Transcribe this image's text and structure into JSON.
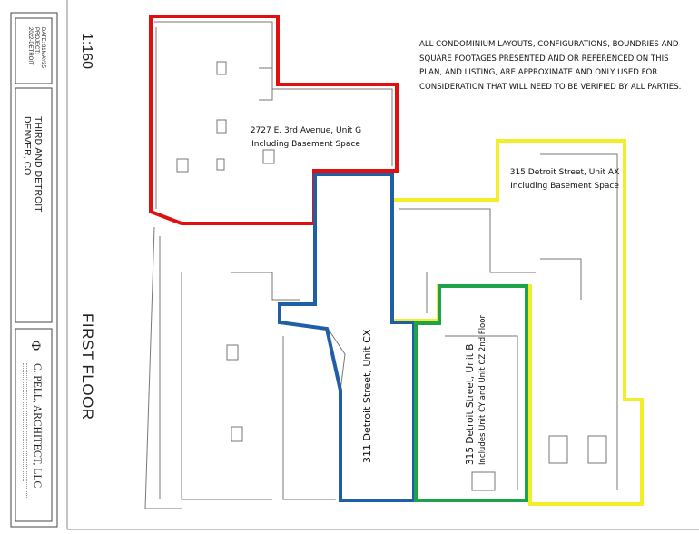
{
  "title_block": {
    "date": "DATE:   31MAY25",
    "project": "PROJECT:",
    "project_number": "2022-DETROIT",
    "project_name": "THIRD AND DETROIT",
    "location": "DENVER, CO",
    "architect": "C. PELL, ARCHITECT, LLC"
  },
  "plan": {
    "scale": "1:160",
    "floor_title": "FIRST FLOOR",
    "disclaimer": "ALL CONDOMINIUM LAYOUTS, CONFIGURATIONS, BOUNDRIES AND SQUARE FOOTAGES PRESENTED AND OR REFERENCED ON THIS PLAN, AND LISTING, ARE APPROXIMATE AND ONLY USED FOR CONSIDERATION THAT WILL NEED TO BE VERIFIED BY ALL PARTIES.",
    "units": [
      {
        "name": "2727 E. 3rd Avenue, Unit G",
        "sub": "Including Basement Space",
        "color": "#e01010"
      },
      {
        "name": "315 Detroit Street, Unit AX",
        "sub": "Including Basement Space",
        "color": "#f2ee2a"
      },
      {
        "name": "311 Detroit Street, Unit CX",
        "sub": "",
        "color": "#1f5fa8"
      },
      {
        "name": "315 Detroit Street, Unit B",
        "sub": "Includes Unit CY and Unit CZ 2nd Floor",
        "color": "#1ea34a"
      }
    ]
  }
}
